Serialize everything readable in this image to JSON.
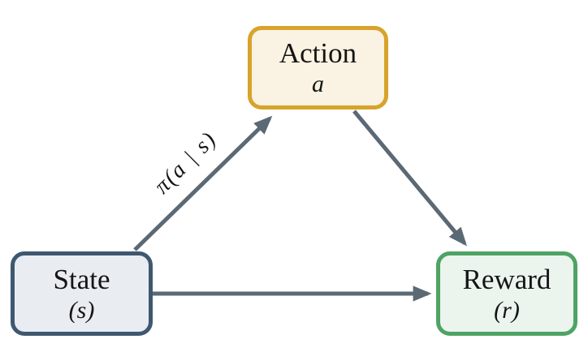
{
  "diagram": {
    "description": "Reinforcement learning policy diagram: state to action to reward"
  },
  "nodes": [
    {
      "id": "action",
      "label": "Action",
      "symbol": "a"
    },
    {
      "id": "state",
      "label": "State",
      "symbol": "(s)"
    },
    {
      "id": "reward",
      "label": "Reward",
      "symbol": "(r)"
    }
  ],
  "edges": [
    {
      "from": "state",
      "to": "action",
      "label": "π(a | s)"
    },
    {
      "from": "action",
      "to": "reward",
      "label": ""
    },
    {
      "from": "state",
      "to": "reward",
      "label": ""
    }
  ],
  "colors": {
    "action-border": "#d7a32b",
    "action-fill": "#faf2e2",
    "state-border": "#3f5870",
    "state-fill": "#e9edf2",
    "reward-border": "#4fa364",
    "reward-fill": "#ebf5ee",
    "arrow": "#5b6975",
    "text": "#151515"
  }
}
